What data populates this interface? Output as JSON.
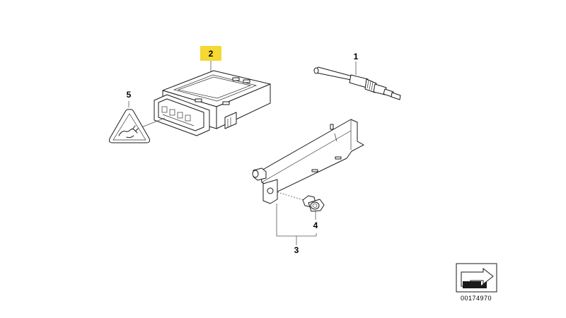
{
  "callouts": {
    "glow_plug": "1",
    "control_unit": "2",
    "bracket_assembly": "3",
    "nut": "4",
    "warning_label": "5"
  },
  "highlight_color": "#f5d832",
  "diagram_number": "00174970"
}
